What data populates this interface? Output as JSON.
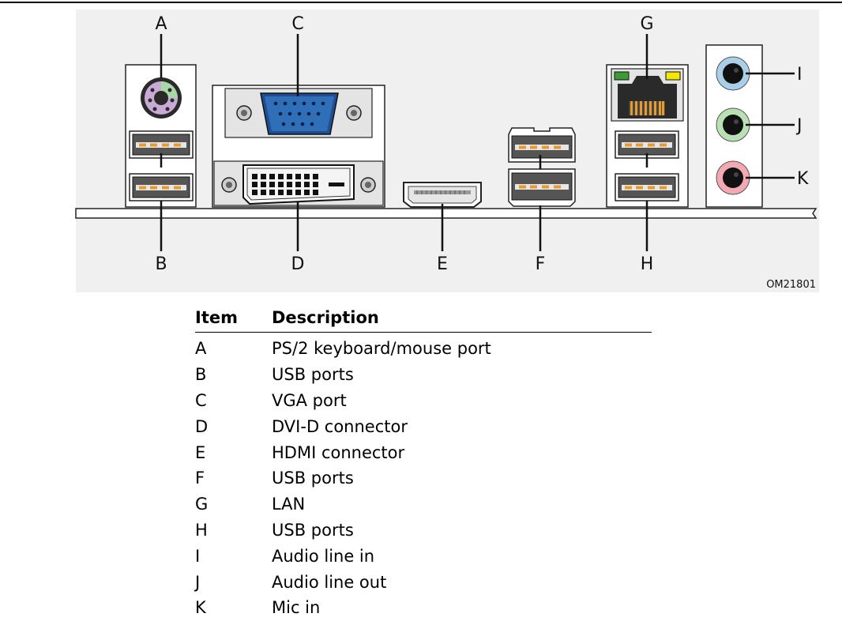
{
  "figure": {
    "figure_id": "OM21801",
    "callouts": [
      "A",
      "B",
      "C",
      "D",
      "E",
      "F",
      "G",
      "H",
      "I",
      "J",
      "K"
    ]
  },
  "table": {
    "headers": {
      "item": "Item",
      "description": "Description"
    },
    "rows": [
      {
        "item": "A",
        "description": "PS/2 keyboard/mouse port"
      },
      {
        "item": "B",
        "description": "USB ports"
      },
      {
        "item": "C",
        "description": "VGA port"
      },
      {
        "item": "D",
        "description": "DVI-D connector"
      },
      {
        "item": "E",
        "description": "HDMI connector"
      },
      {
        "item": "F",
        "description": "USB ports"
      },
      {
        "item": "G",
        "description": "LAN"
      },
      {
        "item": "H",
        "description": "USB ports"
      },
      {
        "item": "I",
        "description": "Audio line in"
      },
      {
        "item": "J",
        "description": "Audio line out"
      },
      {
        "item": "K",
        "description": "Mic in"
      }
    ]
  },
  "colors": {
    "panel_background": "#f0f0f0",
    "vga_blue": "#2e6fb8",
    "ps2_purple": "#c9a9d6",
    "ps2_green": "#a8d8a8",
    "audio_blue": "#a9cfe9",
    "audio_green": "#b9e0b4",
    "audio_pink": "#f1a9b4",
    "lan_led_green": "#3f9a35",
    "lan_led_yellow": "#f2e500",
    "lan_contacts": "#e89b2c"
  }
}
